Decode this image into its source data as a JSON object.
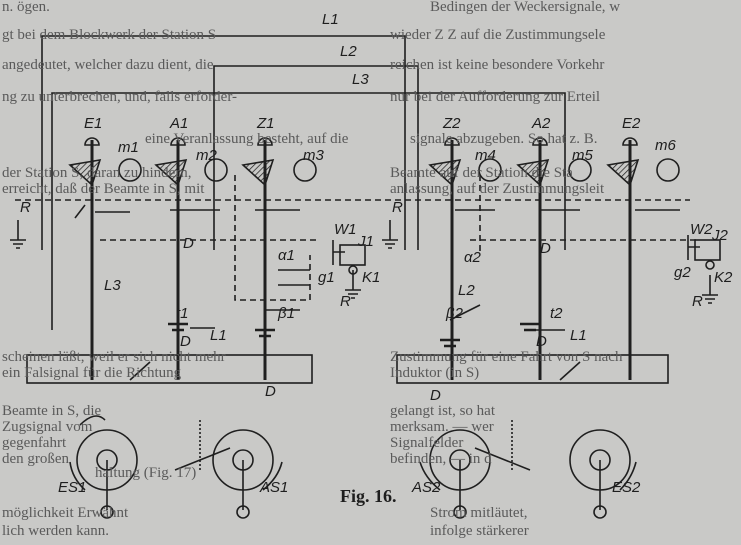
{
  "background_text": [
    "n. ögen.",
    "gt bei dem Blockwerk der Station S",
    "angedeutet, welcher dazu dient, die",
    "ng zu unterbrechen, und, falls erforder-",
    "der Station S, daran zu hindern,",
    "erreicht, daß der Beamte in S, mit",
    "scheinen läßt, weil er sich nicht mehr",
    "ein Falsignal für die Richtung",
    "Beamte in S, die",
    "Zugsignal vom",
    "gegenfahrt",
    "den großen",
    "haltung (Fig. 17)",
    "möglichkeit Erwähnt",
    "lich werden kann.",
    "Bedingen der Weckersignale, w",
    "wieder Z Z auf die Zustimmungsele",
    "reichen ist keine besondere Vorkehr",
    "nur bei der Aufforderung zur Erteil",
    "eine Veranlassung besteht, auf die",
    "signale abzugeben. So hat z. B.",
    "Beamte auf der Station die Sta",
    "anlassung, auf der Zustimmungsleit",
    "Zustimmung für eine Fahrt von S nach",
    "Induktor (in S)",
    "gelangt ist, so hat",
    "merksam. — wer",
    "Signalfelder",
    "befinden, — in d",
    "Strom mitläutet,",
    "infolge stärkerer"
  ],
  "diagram": {
    "lines": [
      "L1",
      "L2",
      "L3"
    ],
    "signals_station1": [
      "E1",
      "A1",
      "Z1"
    ],
    "signals_station2": [
      "Z2",
      "A2",
      "E2"
    ],
    "magnets_station1": [
      "m1",
      "m2",
      "m3"
    ],
    "magnets_station2": [
      "m4",
      "m5",
      "m6"
    ],
    "earth": [
      "R",
      "R",
      "R",
      "R"
    ],
    "contacts": {
      "w1": "W1",
      "j1": "J1",
      "g1": "g1",
      "k1": "K1",
      "w2": "W2",
      "j2": "J2",
      "g2": "g2",
      "k2": "K2"
    },
    "switches": {
      "a1": "α1",
      "b1": "β1",
      "t1": "t1",
      "a2": "α2",
      "b2": "β2",
      "t2": "t2"
    },
    "inner_labels": {
      "l3": "L3",
      "l1a": "L1",
      "l2": "L2",
      "l1b": "L1",
      "d": "D"
    },
    "levers": [
      "ES1",
      "AS1",
      "AS2",
      "ES2"
    ]
  },
  "caption": "Fig. 16."
}
